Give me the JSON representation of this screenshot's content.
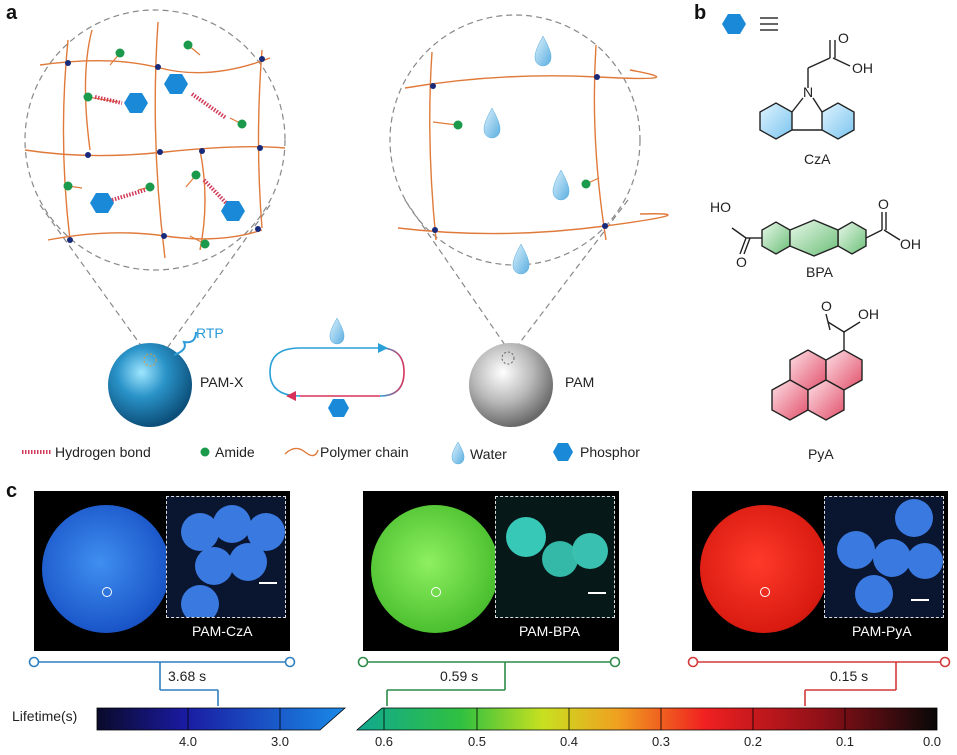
{
  "panels": {
    "a": "a",
    "b": "b",
    "c": "c"
  },
  "scheme": {
    "rtp_label": "RTP",
    "left_particle": "PAM-X",
    "right_particle": "PAM"
  },
  "legend": {
    "hydrogen_bond": "Hydrogen bond",
    "amide": "Amide",
    "polymer_chain": "Polymer chain",
    "water": "Water",
    "phosphor": "Phosphor"
  },
  "molecules": {
    "czA": {
      "name": "CzA",
      "atoms": {
        "oh": "OH",
        "o": "O",
        "n": "N"
      }
    },
    "bpa": {
      "name": "BPA",
      "atoms": {
        "ho": "HO",
        "o_left": "O",
        "o_right": "O",
        "oh": "OH"
      }
    },
    "pya": {
      "name": "PyA",
      "atoms": {
        "o": "O",
        "oh": "OH"
      }
    }
  },
  "samples": [
    {
      "label": "PAM-CzA",
      "lifetime": "3.68 s",
      "color": "#2f7fbf"
    },
    {
      "label": "PAM-BPA",
      "lifetime": "0.59 s",
      "color": "#2e8b4a"
    },
    {
      "label": "PAM-PyA",
      "lifetime": "0.15 s",
      "color": "#d23a3a"
    }
  ],
  "colorbar": {
    "title": "Lifetime(s)",
    "ticks_left": [
      "4.0",
      "3.0"
    ],
    "ticks_right": [
      "0.6",
      "0.5",
      "0.4",
      "0.3",
      "0.2",
      "0.1",
      "0.0"
    ]
  },
  "colors": {
    "polymer": "#e07a3a",
    "crosslink": "#1a2a7a",
    "amide": "#1a9a4a",
    "phosphor": "#1a8ad8",
    "hbond": "#d23a5a",
    "water": "#8fc8ec"
  }
}
